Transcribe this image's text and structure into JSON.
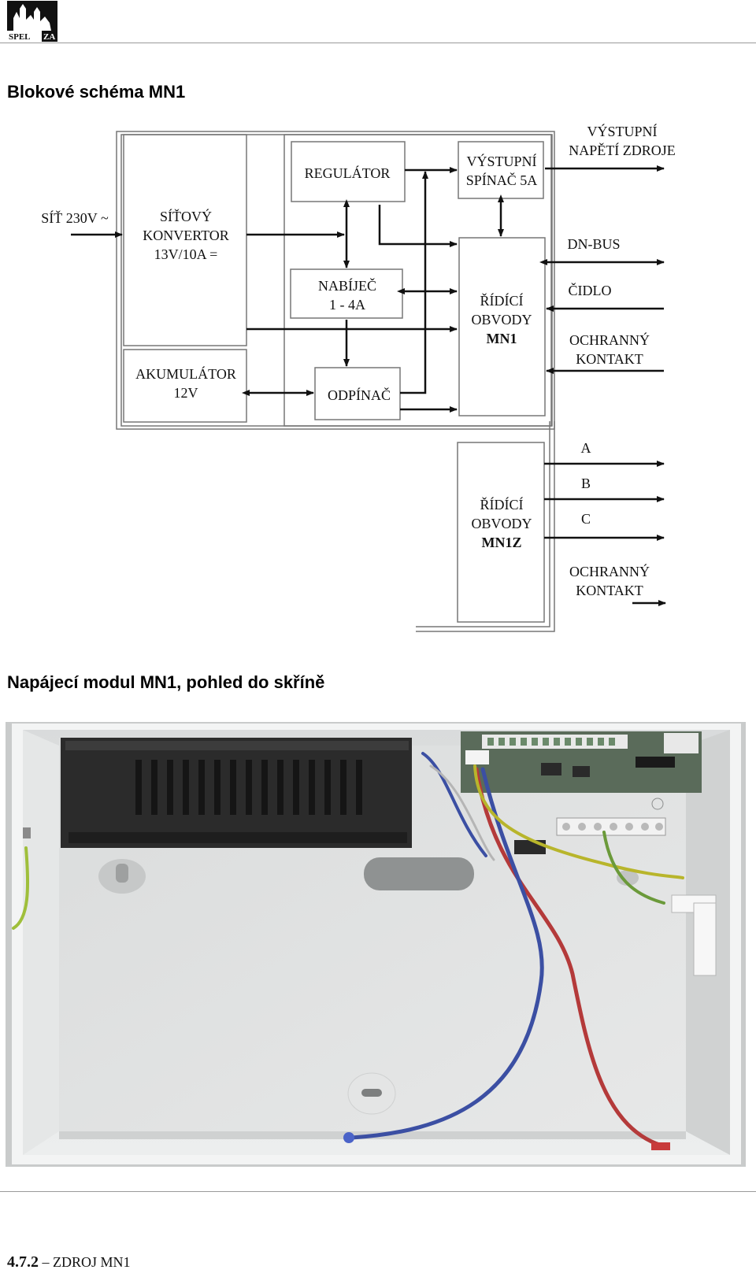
{
  "logo": {
    "text": "SPELZA"
  },
  "heading1": "Blokové schéma MN1",
  "heading2": "Napájecí modul MN1, pohled do skříně",
  "diagram": {
    "sit_label": "SÍŤ 230V ~",
    "sitovy_konvertor": [
      "SÍŤOVÝ",
      "KONVERTOR",
      "13V/10A ="
    ],
    "regulator": "REGULÁTOR",
    "vystupni_spinac": [
      "VÝSTUPNÍ",
      "SPÍNAČ 5A"
    ],
    "vystupni_napeti": [
      "VÝSTUPNÍ",
      "NAPĚTÍ ZDROJE"
    ],
    "dn_bus": "DN-BUS",
    "nabijec": [
      "NABÍJEČ",
      "1 - 4A"
    ],
    "ridici_mn1": [
      "ŘÍDÍCÍ",
      "OBVODY",
      "MN1"
    ],
    "cidlo": "ČIDLO",
    "ochranny_kontakt_1": [
      "OCHRANNÝ",
      "KONTAKT"
    ],
    "akumulator": [
      "AKUMULÁTOR",
      "12V"
    ],
    "odpinac": "ODPÍNAČ",
    "ridici_mn1z": [
      "ŘÍDÍCÍ",
      "OBVODY",
      "MN1Z"
    ],
    "output_a": "A",
    "output_b": "B",
    "output_c": "C",
    "ochranny_kontakt_2": [
      "OCHRANNÝ",
      "KONTAKT"
    ]
  },
  "footer": {
    "number": "4.7.2",
    "dash": "–",
    "title": "ZDROJ MN1"
  }
}
